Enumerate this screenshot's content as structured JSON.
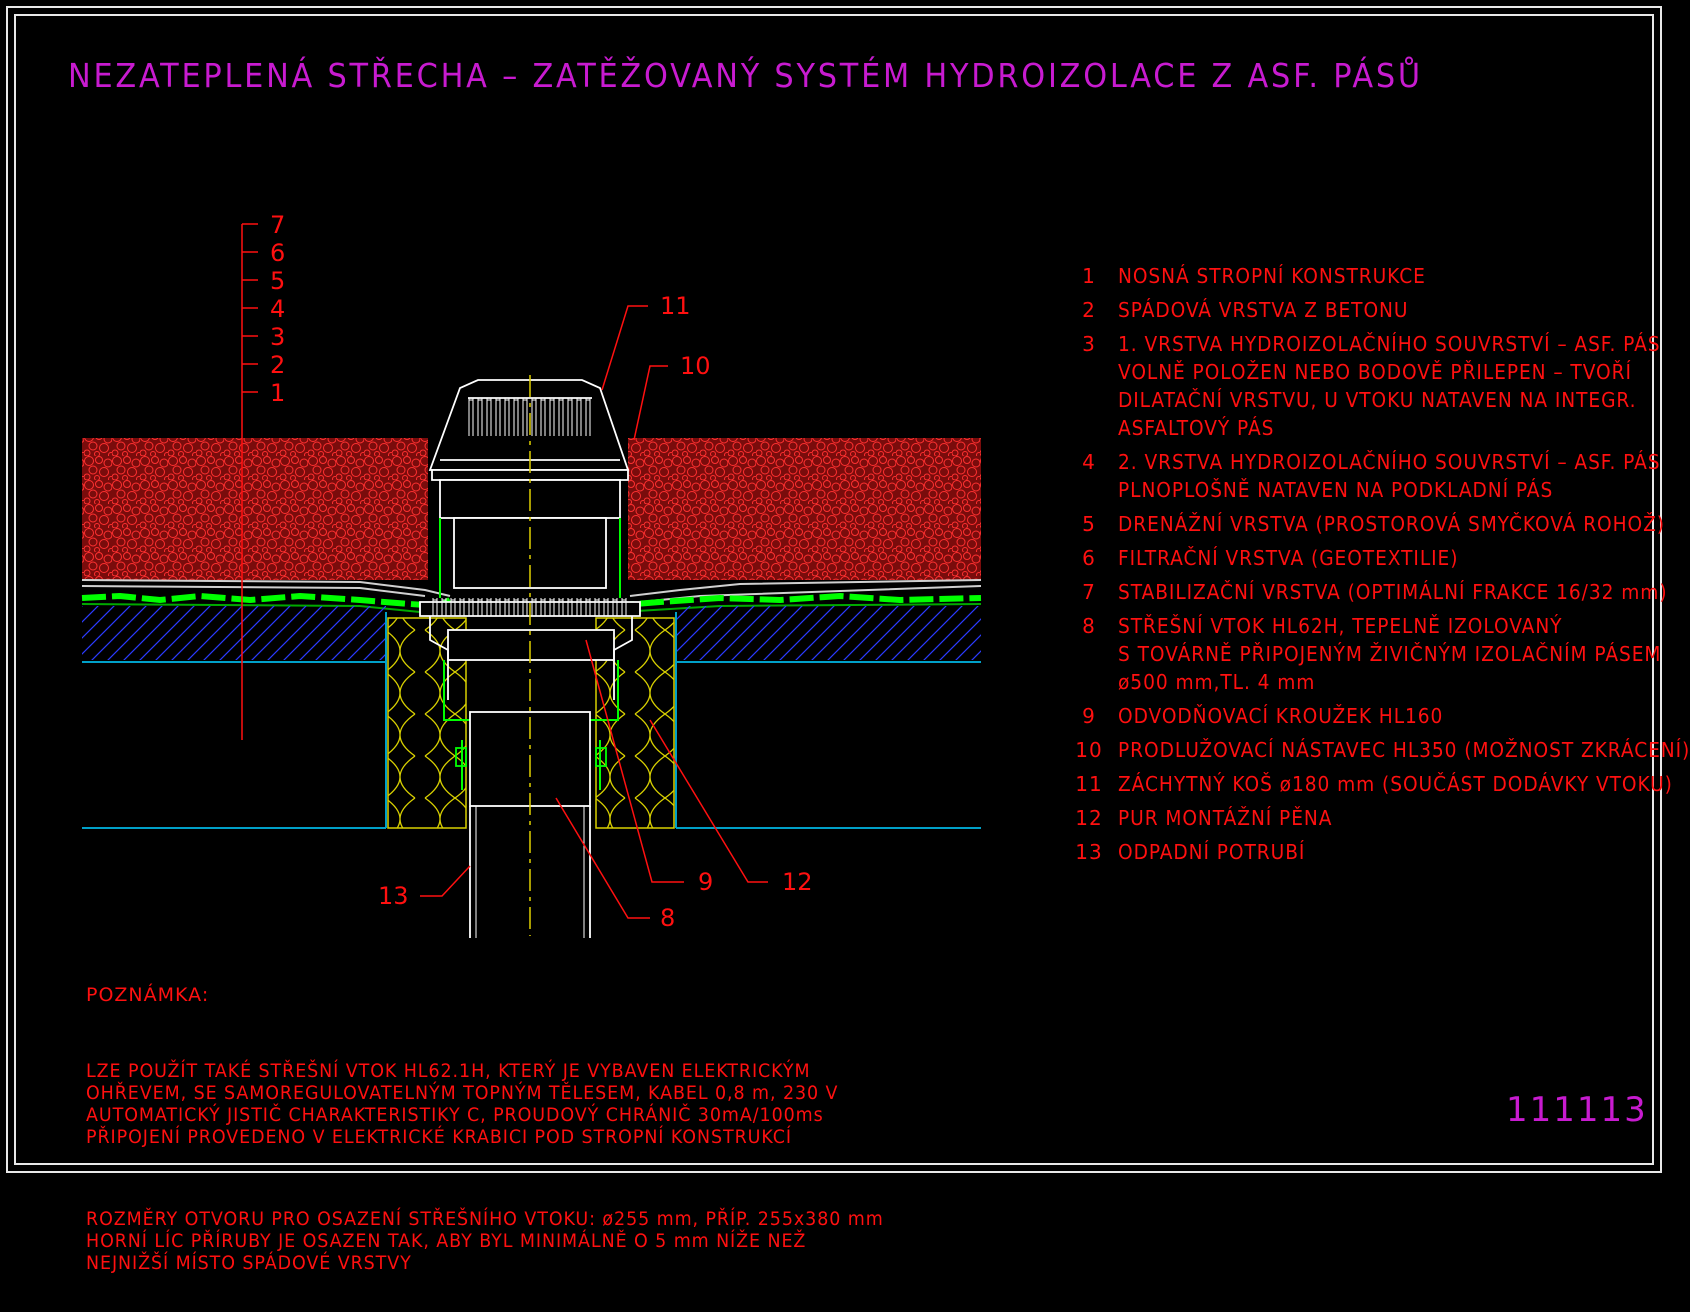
{
  "title": "NEZATEPLENÁ STŘECHA – ZATĚŽOVANÝ SYSTÉM HYDROIZOLACE Z ASF. PÁSŮ",
  "drawing_number": "111113",
  "layer_scale": [
    "7",
    "6",
    "5",
    "4",
    "3",
    "2",
    "1"
  ],
  "callouts": {
    "c11": "11",
    "c10": "10",
    "c9": "9",
    "c12": "12",
    "c8": "8",
    "c13": "13"
  },
  "legend": [
    {
      "num": "1",
      "text": "NOSNÁ STROPNÍ KONSTRUKCE"
    },
    {
      "num": "2",
      "text": "SPÁDOVÁ VRSTVA Z BETONU"
    },
    {
      "num": "3",
      "text": "1. VRSTVA HYDROIZOLAČNÍHO SOUVRSTVÍ – ASF. PÁS\nVOLNĚ POLOŽEN NEBO BODOVĚ PŘILEPEN – TVOŘÍ\nDILATAČNÍ VRSTVU, U VTOKU NATAVEN NA INTEGR.\nASFALTOVÝ PÁS"
    },
    {
      "num": "4",
      "text": "2. VRSTVA HYDROIZOLAČNÍHO SOUVRSTVÍ – ASF. PÁS\nPLNOPLOŠNĚ NATAVEN NA PODKLADNÍ PÁS"
    },
    {
      "num": "5",
      "text": "DRENÁŽNÍ VRSTVA (PROSTOROVÁ SMYČKOVÁ ROHOŽ)"
    },
    {
      "num": "6",
      "text": "FILTRAČNÍ VRSTVA (GEOTEXTILIE)"
    },
    {
      "num": "7",
      "text": "STABILIZAČNÍ VRSTVA (OPTIMÁLNÍ FRAKCE 16/32 mm)"
    },
    {
      "num": "8",
      "text": "STŘEŠNÍ VTOK HL62H, TEPELNĚ IZOLOVANÝ\nS TOVÁRNĚ PŘIPOJENÝM ŽIVIČNÝM IZOLAČNÍM PÁSEM\nø500 mm,TL. 4 mm"
    },
    {
      "num": "9",
      "text": "ODVODŇOVACÍ KROUŽEK HL160"
    },
    {
      "num": "10",
      "text": "PRODLUŽOVACÍ NÁSTAVEC HL350 (MOŽNOST ZKRÁCENÍ)"
    },
    {
      "num": "11",
      "text": "ZÁCHYTNÝ KOŠ ø180 mm (SOUČÁST DODÁVKY VTOKU)"
    },
    {
      "num": "12",
      "text": "PUR MONTÁŽNÍ PĚNA"
    },
    {
      "num": "13",
      "text": "ODPADNÍ POTRUBÍ"
    }
  ],
  "note": {
    "heading": "POZNÁMKA:",
    "para1": "LZE POUŽÍT TAKÉ STŘEŠNÍ VTOK HL62.1H, KTERÝ JE VYBAVEN ELEKTRICKÝM\nOHŘEVEM, SE SAMOREGULOVATELNÝM TOPNÝM TĚLESEM, KABEL 0,8 m, 230 V\nAUTOMATICKÝ JISTIČ CHARAKTERISTIKY C, PROUDOVÝ CHRÁNIČ 30mA/100ms\nPŘIPOJENÍ PROVEDENO V ELEKTRICKÉ KRABICI POD STROPNÍ KONSTRUKCÍ",
    "para2": "ROZMĚRY OTVORU PRO OSAZENÍ STŘEŠNÍHO VTOKU: ø255 mm, PŘÍP. 255x380 mm\nHORNÍ LÍC PŘÍRUBY JE OSAZEN TAK, ABY BYL MINIMÁLNĚ O 5 mm NÍŽE NEŽ\nNEJNIŽŠÍ MÍSTO SPÁDOVÉ VRSTVY"
  },
  "colors": {
    "background": "#000000",
    "title": "#c81bd0",
    "text": "#ff1010",
    "gravel": "#c0181c",
    "membrane": "#00ff00",
    "concrete_hatch": "#2a3aff",
    "slab_line": "#00a0c8",
    "insulation": "#d8d000",
    "drain": "#ffffff",
    "axis": "#e0d000"
  }
}
